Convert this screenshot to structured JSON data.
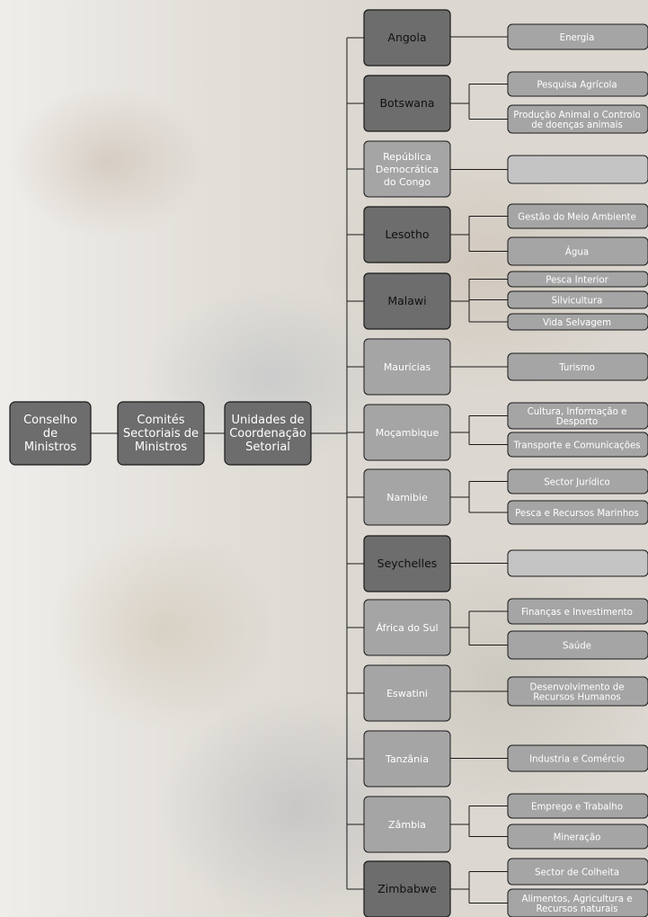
{
  "levels": [
    {
      "key": "conselho",
      "lines": [
        "Conselho",
        "de",
        "Ministros"
      ]
    },
    {
      "key": "comites",
      "lines": [
        "Comités",
        "Sectoriais de",
        "Ministros"
      ]
    },
    {
      "key": "unidades",
      "lines": [
        "Unidades de",
        "Coordenação",
        "Setorial"
      ]
    }
  ],
  "countries": [
    {
      "key": "angola",
      "name": [
        "Angola"
      ],
      "style": "dark",
      "sectors": [
        [
          "Energia"
        ]
      ]
    },
    {
      "key": "botswana",
      "name": [
        "Botswana"
      ],
      "style": "dark",
      "sectors": [
        [
          "Pesquisa Agrícola"
        ],
        [
          "Produção Animal o Controlo",
          "de doenças animais"
        ]
      ]
    },
    {
      "key": "rdc",
      "name": [
        "República",
        "Democrática",
        "do Congo"
      ],
      "style": "light",
      "sectors": [
        [
          ""
        ]
      ]
    },
    {
      "key": "lesotho",
      "name": [
        "Lesotho"
      ],
      "style": "dark",
      "sectors": [
        [
          "Gestão do Meio Ambiente"
        ],
        [
          "Água"
        ]
      ]
    },
    {
      "key": "malawi",
      "name": [
        "Malawi"
      ],
      "style": "dark",
      "sectors": [
        [
          "Pesca Interior"
        ],
        [
          "Silvicultura"
        ],
        [
          "Vida Selvagem"
        ]
      ]
    },
    {
      "key": "mauricias",
      "name": [
        "Maurícias"
      ],
      "style": "light",
      "sectors": [
        [
          "Turismo"
        ]
      ]
    },
    {
      "key": "mocambique",
      "name": [
        "Moçambique"
      ],
      "style": "light",
      "sectors": [
        [
          "Cultura, Informação e",
          "Desporto"
        ],
        [
          "Transporte e Comunicações"
        ]
      ]
    },
    {
      "key": "namibie",
      "name": [
        "Namibie"
      ],
      "style": "light",
      "sectors": [
        [
          "Sector Jurídico"
        ],
        [
          "Pesca e Recursos Marinhos"
        ]
      ]
    },
    {
      "key": "seychelles",
      "name": [
        "Seychelles"
      ],
      "style": "dark",
      "sectors": [
        [
          ""
        ]
      ]
    },
    {
      "key": "africa-do-sul",
      "name": [
        "África do Sul"
      ],
      "style": "light",
      "sectors": [
        [
          "Finanças e Investimento"
        ],
        [
          "Saúde"
        ]
      ]
    },
    {
      "key": "eswatini",
      "name": [
        "Eswatini"
      ],
      "style": "light",
      "sectors": [
        [
          "Desenvolvimento de",
          "Recursos Humanos"
        ]
      ]
    },
    {
      "key": "tanzania",
      "name": [
        "Tanzânia"
      ],
      "style": "light",
      "sectors": [
        [
          "Industria e Comércio"
        ]
      ]
    },
    {
      "key": "zambia",
      "name": [
        "Zâmbia"
      ],
      "style": "light",
      "sectors": [
        [
          "Emprego e Trabalho"
        ],
        [
          "Mineração"
        ]
      ]
    },
    {
      "key": "zimbabwe",
      "name": [
        "Zimbabwe"
      ],
      "style": "dark",
      "sectors": [
        [
          "Sector de Colheita"
        ],
        [
          "Alimentos, Agricultura e",
          "Recursos naturais"
        ]
      ]
    }
  ]
}
